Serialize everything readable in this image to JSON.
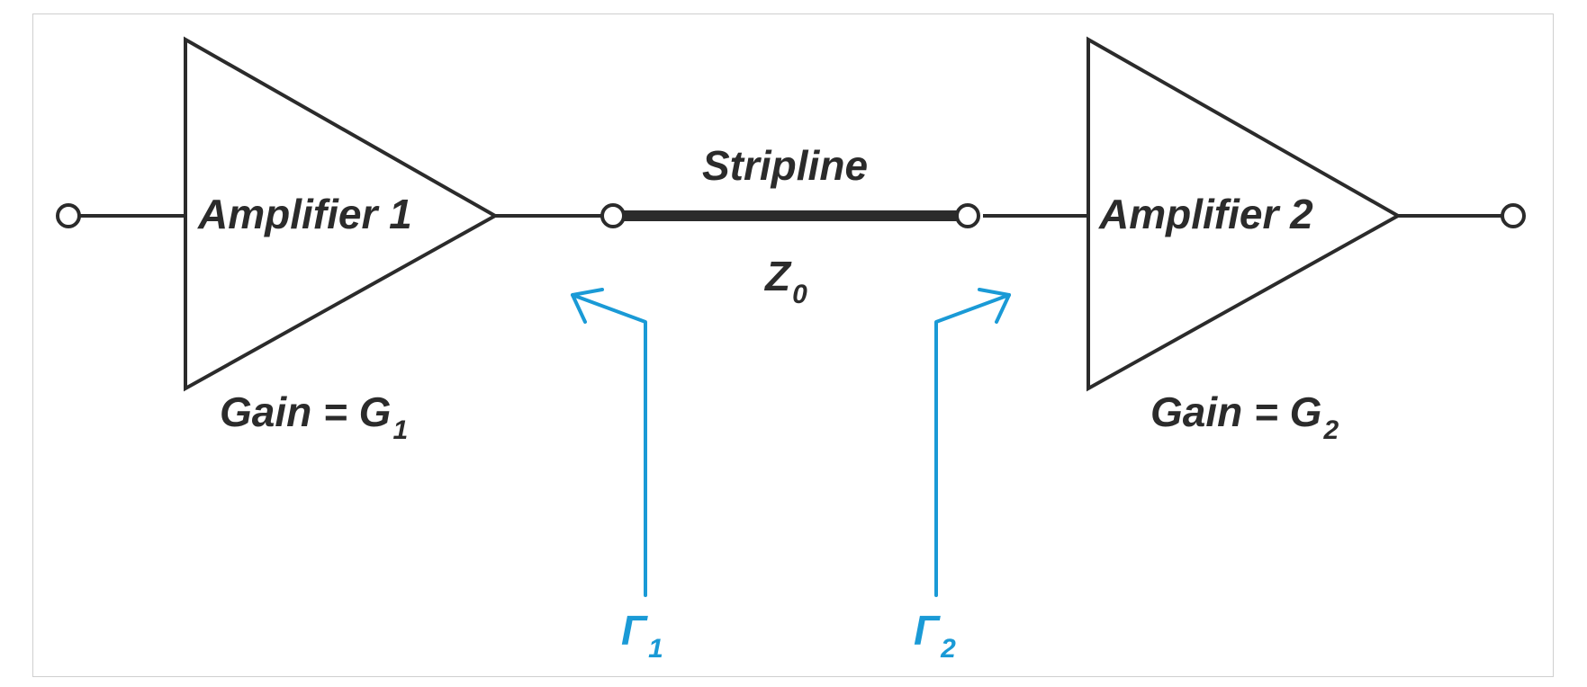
{
  "diagram": {
    "amplifier1": {
      "label": "Amplifier 1",
      "gain_text": "Gain = G",
      "gain_subscript": "1"
    },
    "amplifier2": {
      "label": "Amplifier 2",
      "gain_text": "Gain = G",
      "gain_subscript": "2"
    },
    "stripline": {
      "label": "Stripline",
      "impedance_symbol": "Z",
      "impedance_subscript": "0"
    },
    "reflection1": {
      "symbol": "Γ",
      "subscript": "1"
    },
    "reflection2": {
      "symbol": "Γ",
      "subscript": "2"
    },
    "colors": {
      "line": "#2b2b2b",
      "accent": "#1a9ad6",
      "frame_border": "#cfcfcf"
    }
  }
}
